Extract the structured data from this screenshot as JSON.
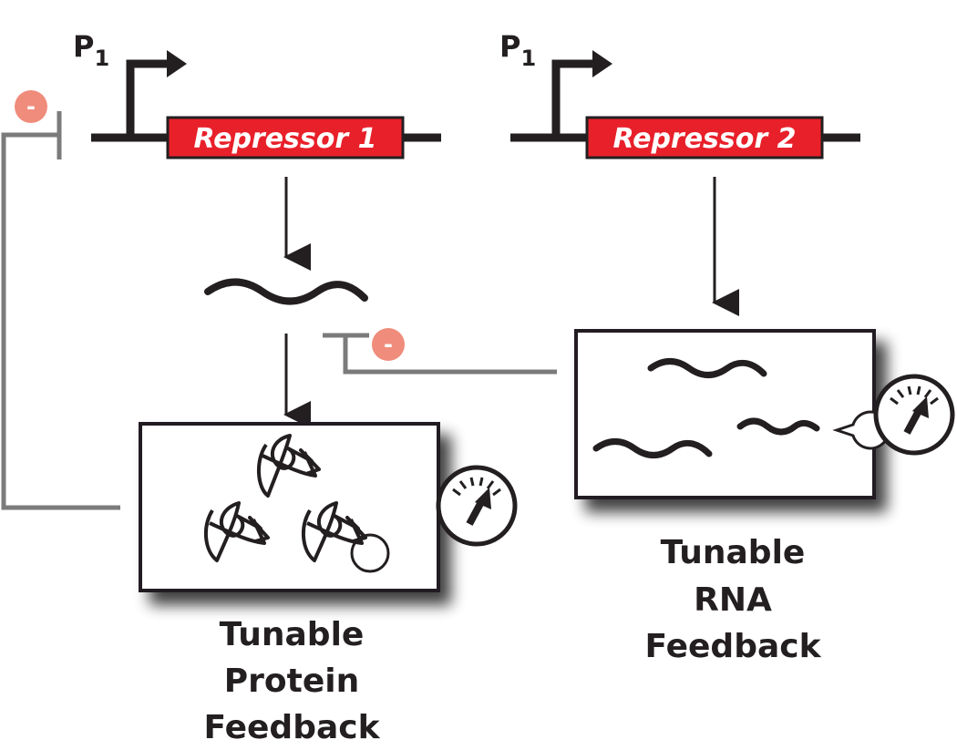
{
  "promoters": [
    {
      "label": "P",
      "subscript": "1"
    },
    {
      "label": "P",
      "subscript": "1"
    }
  ],
  "genes": [
    {
      "label": "Repressor 1"
    },
    {
      "label": "Repressor 2"
    }
  ],
  "repression_markers": [
    {
      "symbol": "-"
    },
    {
      "symbol": "-"
    }
  ],
  "captions": {
    "protein": [
      "Tunable",
      "Protein",
      "Feedback"
    ],
    "rna": [
      "Tunable",
      "RNA",
      "Feedback"
    ]
  },
  "colors": {
    "gene_fill": "#e8202a",
    "dna_line": "#231f20",
    "feedback_line": "#7b7b7b",
    "minus_badge": "#f08c7c"
  },
  "icons": [
    "dial-icon",
    "dial-icon"
  ]
}
